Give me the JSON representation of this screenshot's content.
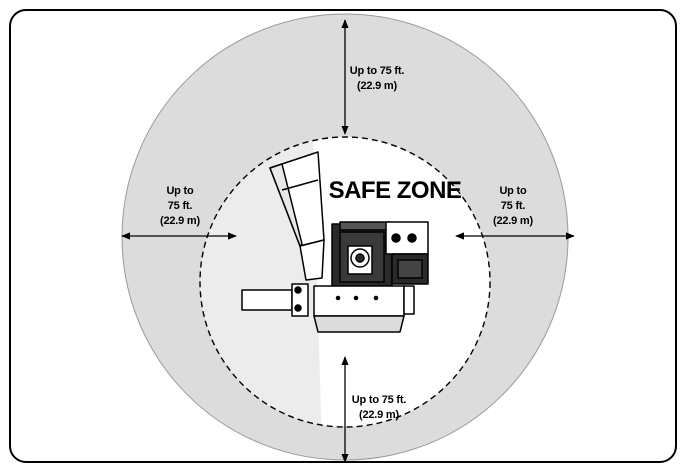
{
  "diagram": {
    "zone_label": "SAFE ZONE",
    "top": {
      "line1": "Up to 75 ft.",
      "line2": "(22.9 m)"
    },
    "bottom": {
      "line1": "Up to 75 ft.",
      "line2": "(22.9 m)"
    },
    "left": {
      "line1": "Up to",
      "line2": "75 ft.",
      "line3": "(22.9 m)"
    },
    "right": {
      "line1": "Up to",
      "line2": "75 ft.",
      "line3": "(22.9 m)"
    }
  },
  "colors": {
    "outer_ring": "#dcdcdc",
    "inner_zone": "#ffffff",
    "inner_shade": "#ececec",
    "frame": "#000000"
  }
}
